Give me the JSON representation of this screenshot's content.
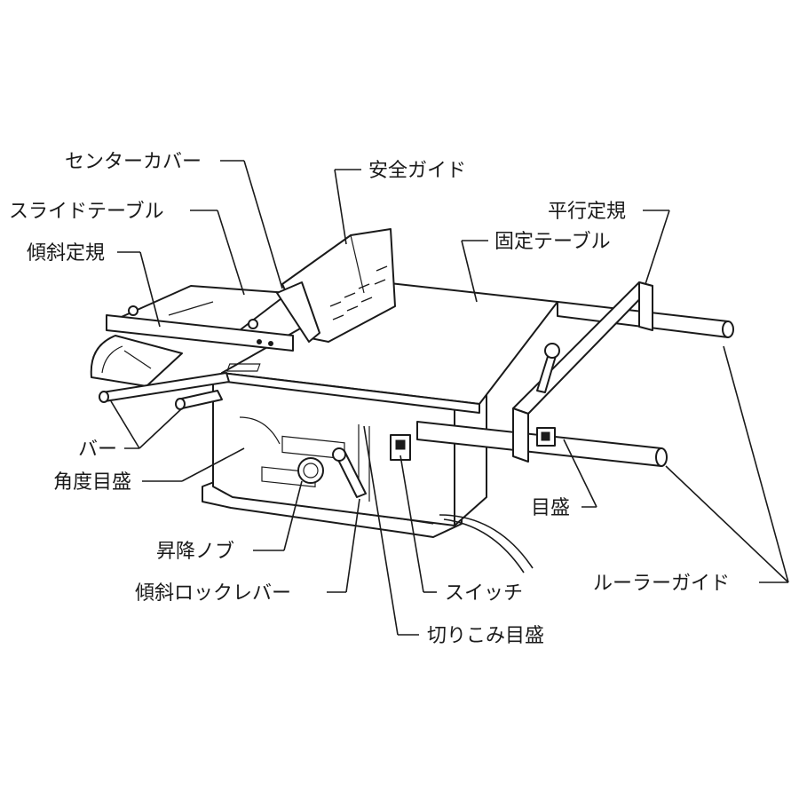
{
  "labels": {
    "center_cover": "センターカバー",
    "safety_guide": "安全ガイド",
    "slide_table": "スライドテーブル",
    "parallel_ruler": "平行定規",
    "fixed_table": "固定テーブル",
    "tilt_ruler": "傾斜定規",
    "bar": "バー",
    "angle_scale": "角度目盛",
    "scale": "目盛",
    "lift_knob": "昇降ノブ",
    "tilt_lock_lever": "傾斜ロックレバー",
    "switch": "スイッチ",
    "ruler_guide": "ルーラーガイド",
    "cut_depth_scale": "切りこみ目盛"
  }
}
